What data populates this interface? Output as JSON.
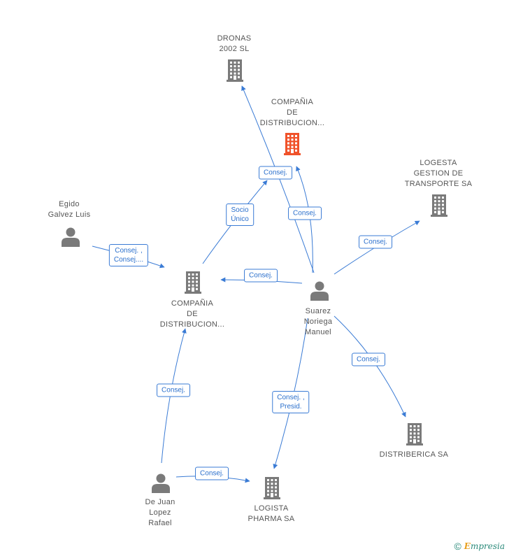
{
  "colors": {
    "edge": "#3a7bd5",
    "company": "#7a7a7a",
    "company_highlight": "#f0522a",
    "person": "#7a7a7a"
  },
  "nodes": {
    "dronas": {
      "lines": [
        "DRONAS",
        "2002 SL"
      ],
      "type": "company"
    },
    "compania_top": {
      "lines": [
        "COMPAÑIA",
        "DE",
        "DISTRIBUCION..."
      ],
      "type": "company-highlight"
    },
    "logesta": {
      "lines": [
        "LOGESTA",
        "GESTION DE",
        "TRANSPORTE SA"
      ],
      "type": "company"
    },
    "egido": {
      "lines": [
        "Egido",
        "Galvez Luis"
      ],
      "type": "person"
    },
    "compania_mid": {
      "lines": [
        "COMPAÑIA",
        "DE",
        "DISTRIBUCION..."
      ],
      "type": "company"
    },
    "suarez": {
      "lines": [
        "Suarez",
        "Noriega",
        "Manuel"
      ],
      "type": "person"
    },
    "distriberica": {
      "lines": [
        "DISTRIBERICA SA"
      ],
      "type": "company"
    },
    "logista": {
      "lines": [
        "LOGISTA",
        "PHARMA SA"
      ],
      "type": "company"
    },
    "dejuan": {
      "lines": [
        "De Juan",
        "Lopez",
        "Rafael"
      ],
      "type": "person"
    }
  },
  "edges": {
    "suarez_dronas": [
      "Consej."
    ],
    "suarez_compania_top": [
      "Consej."
    ],
    "compania_mid_dronas": [
      "Socio",
      "Único"
    ],
    "suarez_logesta": [
      "Consej."
    ],
    "egido_compania_mid": [
      "Consej. ,",
      "Consej...."
    ],
    "suarez_compania_mid": [
      "Consej."
    ],
    "suarez_distriberica": [
      "Consej."
    ],
    "suarez_logista": [
      "Consej. ,",
      "Presid."
    ],
    "dejuan_compania_mid": [
      "Consej."
    ],
    "dejuan_logista": [
      "Consej."
    ]
  },
  "footer": {
    "copyright": "©",
    "brand_first": "E",
    "brand_rest": "mpresia"
  }
}
